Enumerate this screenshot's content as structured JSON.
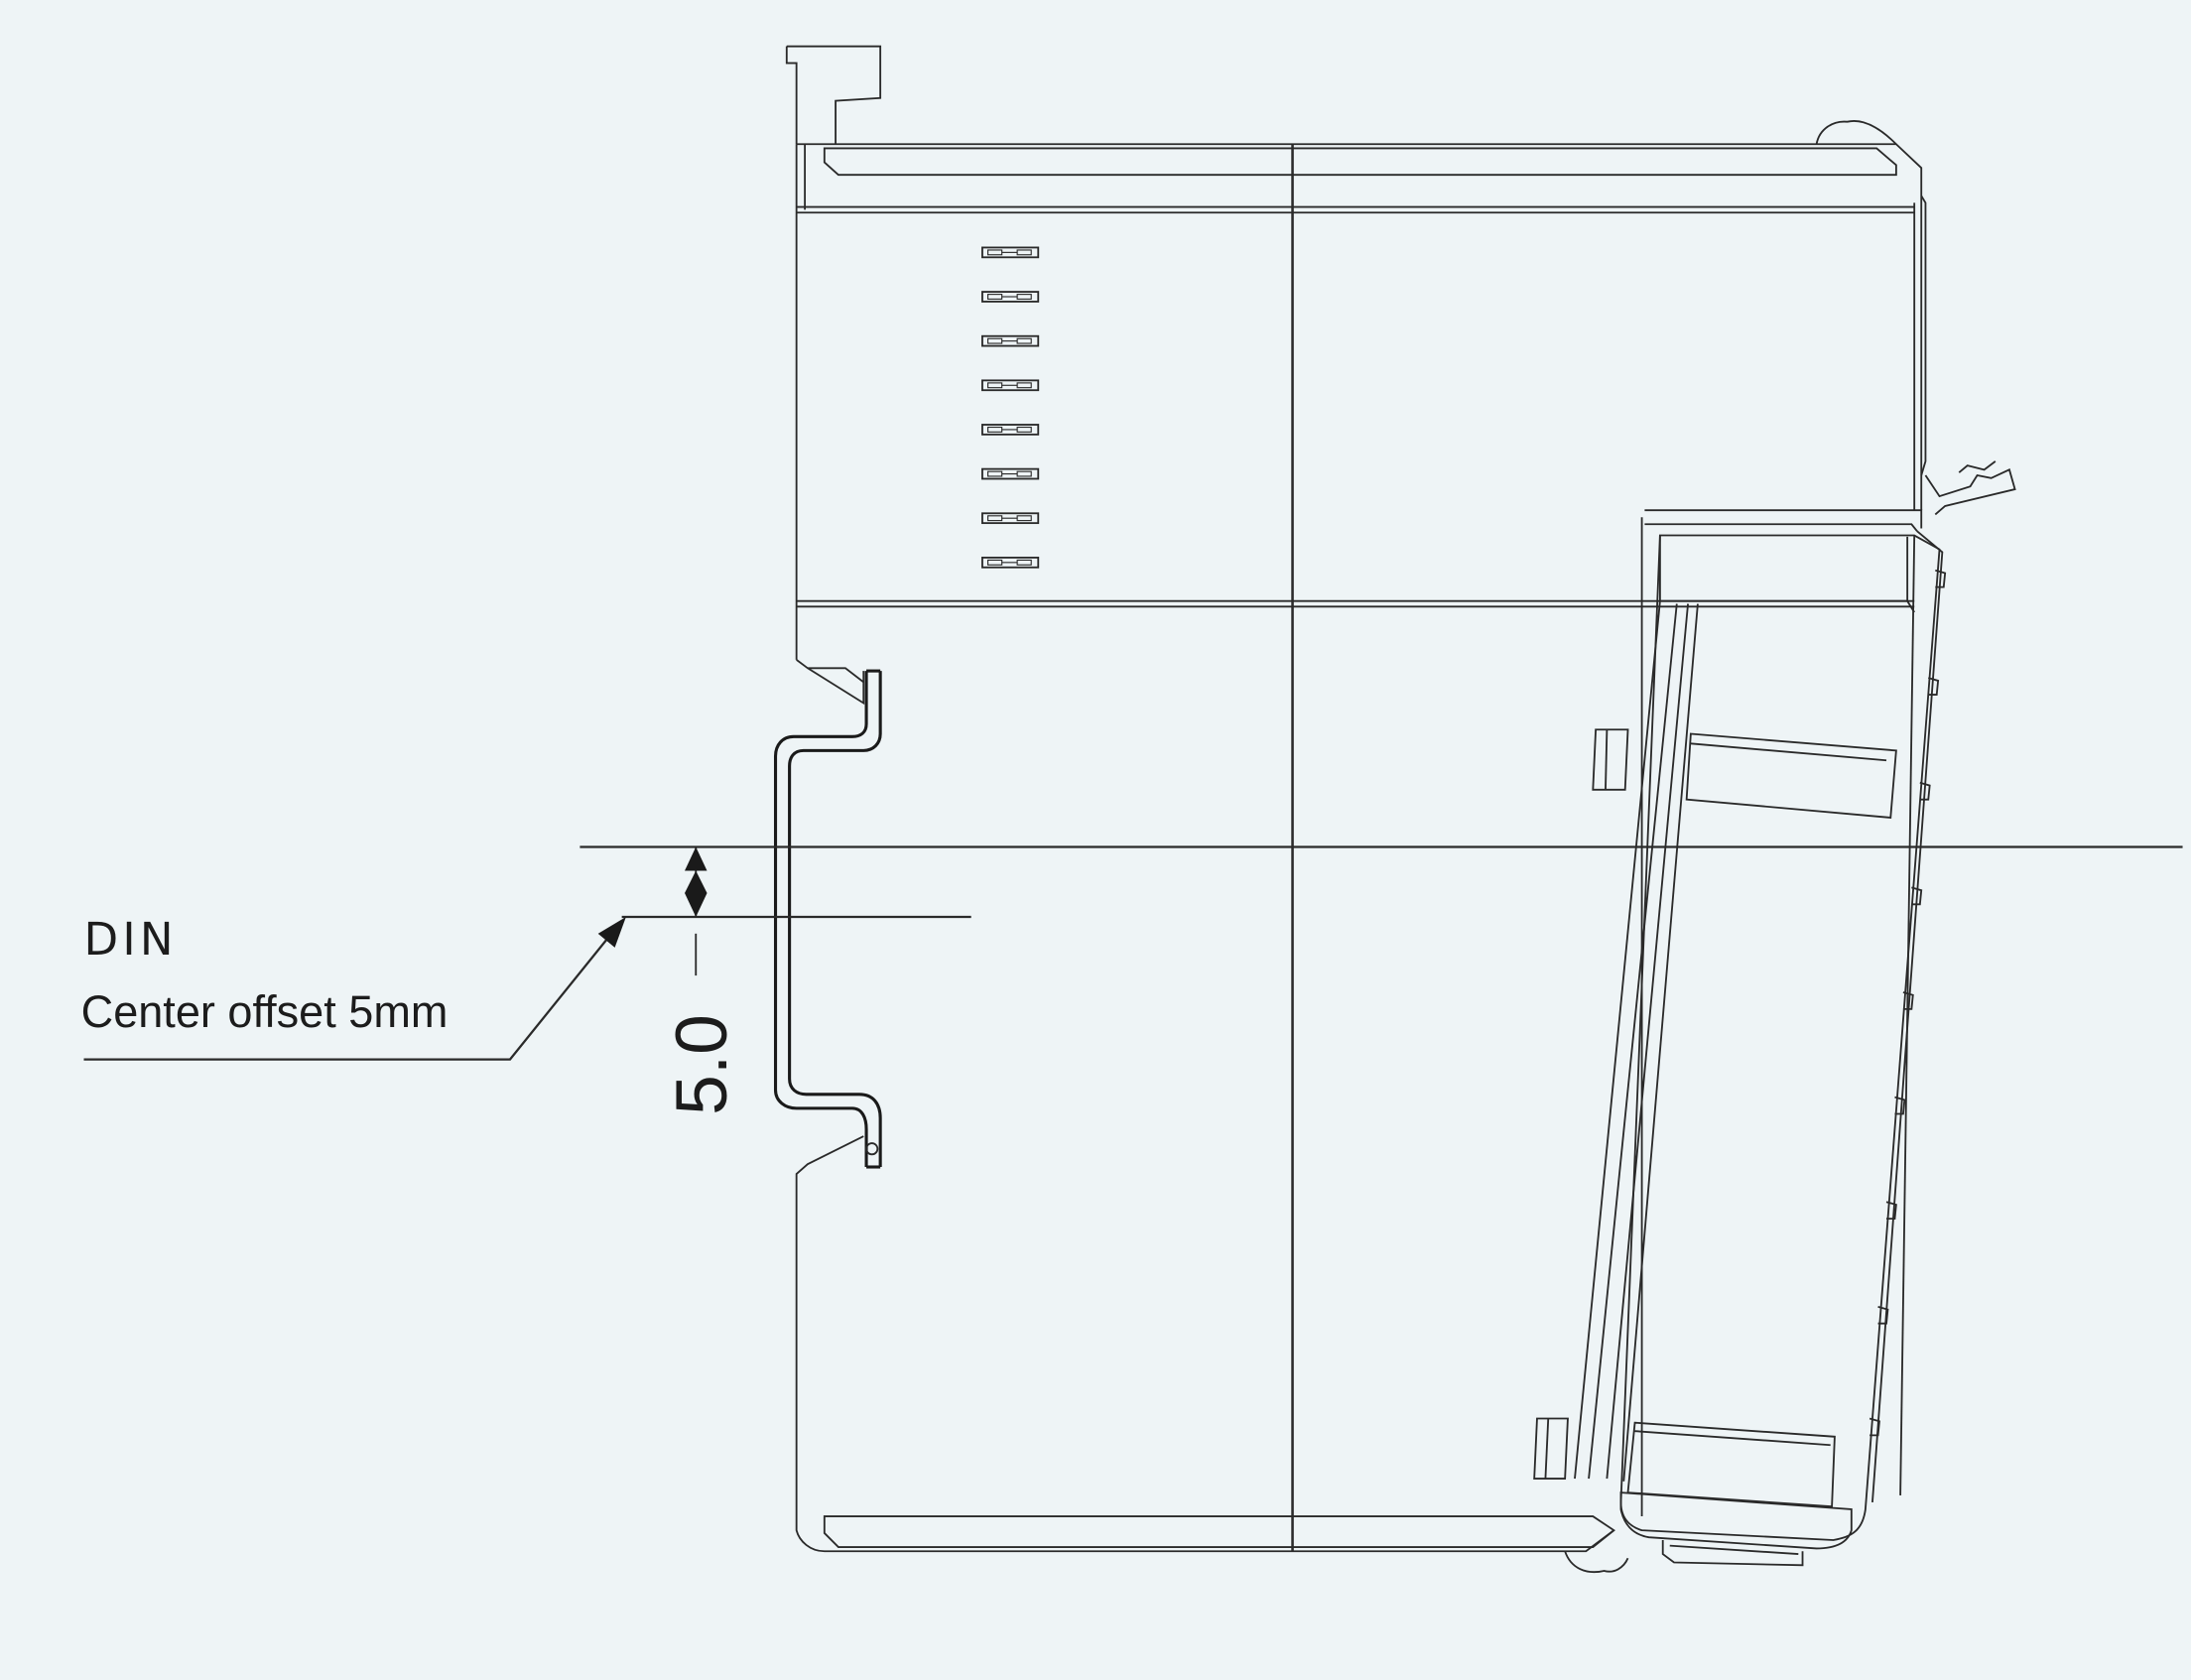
{
  "annotation": {
    "line1": "DIN",
    "line2": "Center offset 5mm"
  },
  "dimension": {
    "value": "5.0"
  },
  "colors": {
    "background": "#eef4f6",
    "stroke": "#2a2a2a"
  }
}
